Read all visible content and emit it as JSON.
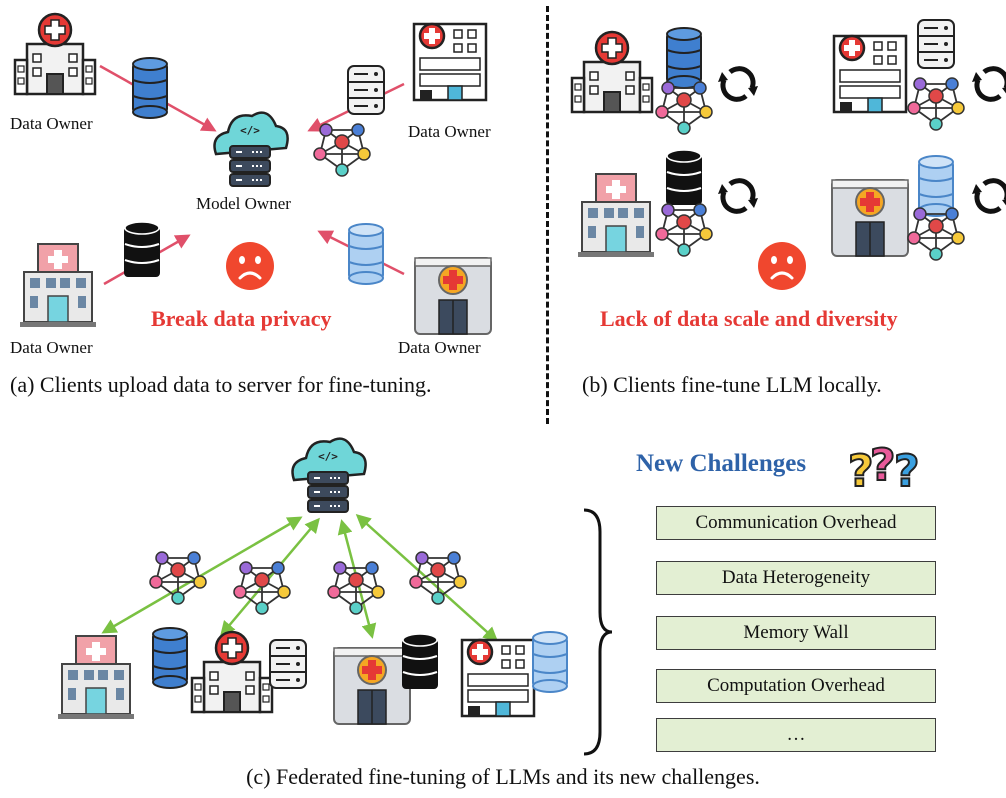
{
  "panel_a": {
    "owner_labels": [
      "Data Owner",
      "Data Owner",
      "Data Owner",
      "Data Owner"
    ],
    "model_owner_label": "Model Owner",
    "warning": "Break data privacy",
    "caption": "(a)   Clients upload data to server for fine-tuning."
  },
  "panel_b": {
    "warning": "Lack of  data scale and diversity",
    "caption": "(b) Clients fine-tune LLM locally."
  },
  "panel_c": {
    "challenges_title": "New Challenges",
    "challenges": [
      "Communication Overhead",
      "Data Heterogeneity",
      "Memory Wall",
      "Computation Overhead",
      "…"
    ],
    "caption": "(c) Federated fine-tuning of LLMs and its new challenges."
  },
  "colors": {
    "upload_arrow": "#e0506a",
    "federated_arrow": "#7ac142",
    "warning_text": "#e53935",
    "challenges_title": "#2e62a8",
    "challenge_box": "#e3efd3",
    "cloud": "#6fd6d8",
    "hospital_red": "#e53935",
    "db_blue": "#3f7fcf",
    "db_light": "#aed0f2"
  },
  "icons": [
    "hospital-icon",
    "clinic-icon",
    "medical-center-icon",
    "database-icon",
    "cloud-server-icon",
    "neural-network-icon",
    "sync-icon",
    "sad-face-icon",
    "question-marks-icon",
    "curly-brace-icon"
  ]
}
